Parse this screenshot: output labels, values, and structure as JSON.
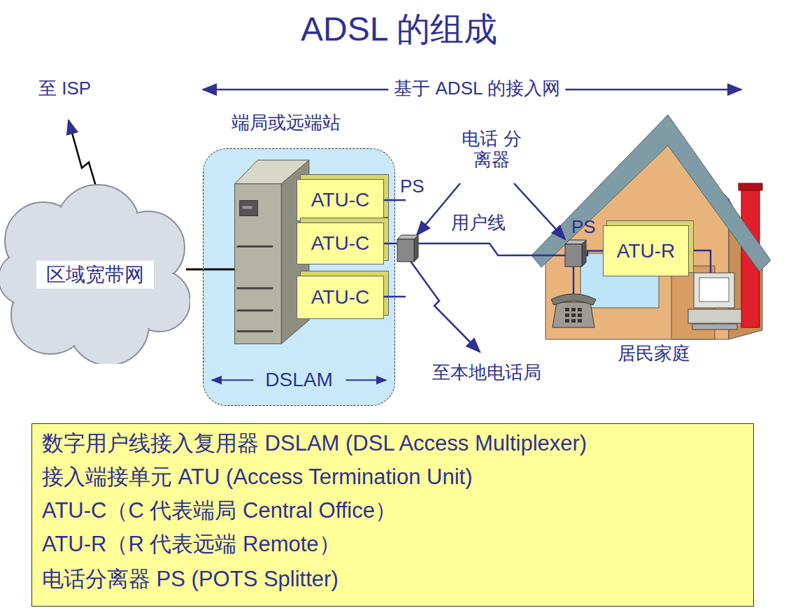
{
  "diagram": {
    "title": "ADSL 的组成",
    "nodes": [
      {
        "text": [
          "区域宽带网"
        ]
      },
      {
        "text": [
          "端局或远端站",
          "DSLAM"
        ]
      },
      {
        "text": [
          "ATU-C"
        ],
        "in": 1
      },
      {
        "text": [
          "ATU-C"
        ],
        "in": 1
      },
      {
        "text": [
          "ATU-C"
        ],
        "in": 1
      },
      {
        "text": [
          "居民家庭"
        ]
      },
      {
        "text": [
          "ATU-R"
        ],
        "in": 5
      },
      {
        "text": [
          "数字用户线接入复用器 DSLAM (DSL Access Multiplexer)",
          "接入端接单元 ATU (Access Termination Unit)",
          "ATU-C（C 代表端局 Central Office）",
          "ATU-R（R 代表远端 Remote）",
          "电话分离器 PS (POTS Splitter)"
        ]
      }
    ],
    "edges": [
      {
        "from": 0,
        "to": 1,
        "arrow": "none"
      },
      {
        "from": 3,
        "to": 6,
        "arrow": "none",
        "label": "用户线"
      }
    ],
    "labels": [
      "至 ISP",
      "基于 ADSL 的接入网",
      "PS",
      "电话 分离器",
      "PS",
      "至本地电话局"
    ]
  }
}
